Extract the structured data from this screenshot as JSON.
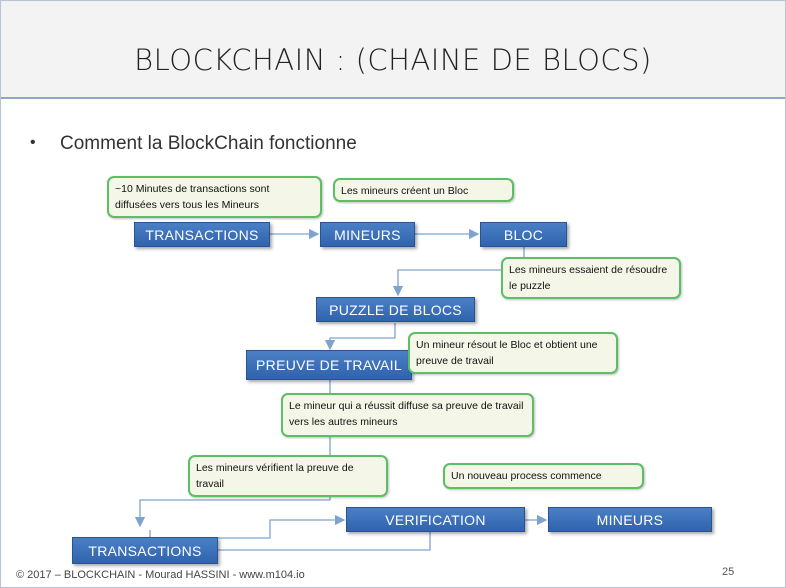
{
  "title": "BLOCKCHAIN : (CHAINE DE BLOCS)",
  "bullet": {
    "dot": "•",
    "text": "Comment la BlockChain fonctionne"
  },
  "boxes": {
    "transactions_top": "TRANSACTIONS",
    "mineurs_top": "MINEURS",
    "bloc": "BLOC",
    "puzzle": "PUZZLE DE BLOCS",
    "preuve": "PREUVE DE TRAVAIL",
    "verification": "VERIFICATION",
    "mineurs_bottom": "MINEURS",
    "transactions_bottom": "TRANSACTIONS"
  },
  "notes": {
    "n1": "~10 Minutes de transactions sont diffusées vers tous les Mineurs",
    "n2": "Les mineurs créent un Bloc",
    "n3": "Les mineurs essaient de résoudre le puzzle",
    "n4": "Un mineur résout le Bloc et obtient une preuve de travail",
    "n5": "Le mineur qui a réussit diffuse sa preuve de travail vers les autres mineurs",
    "n6": "Les mineurs vérifient la preuve de travail",
    "n7": "Un nouveau process commence"
  },
  "footer": "© 2017 – BLOCKCHAIN - Mourad HASSINI - www.m104.io",
  "page_number": "25",
  "colors": {
    "box_blue": "#3a6fb8",
    "note_border": "#5bbf65",
    "note_fill": "#f4f6e8",
    "arrow": "#7fa3cf"
  }
}
